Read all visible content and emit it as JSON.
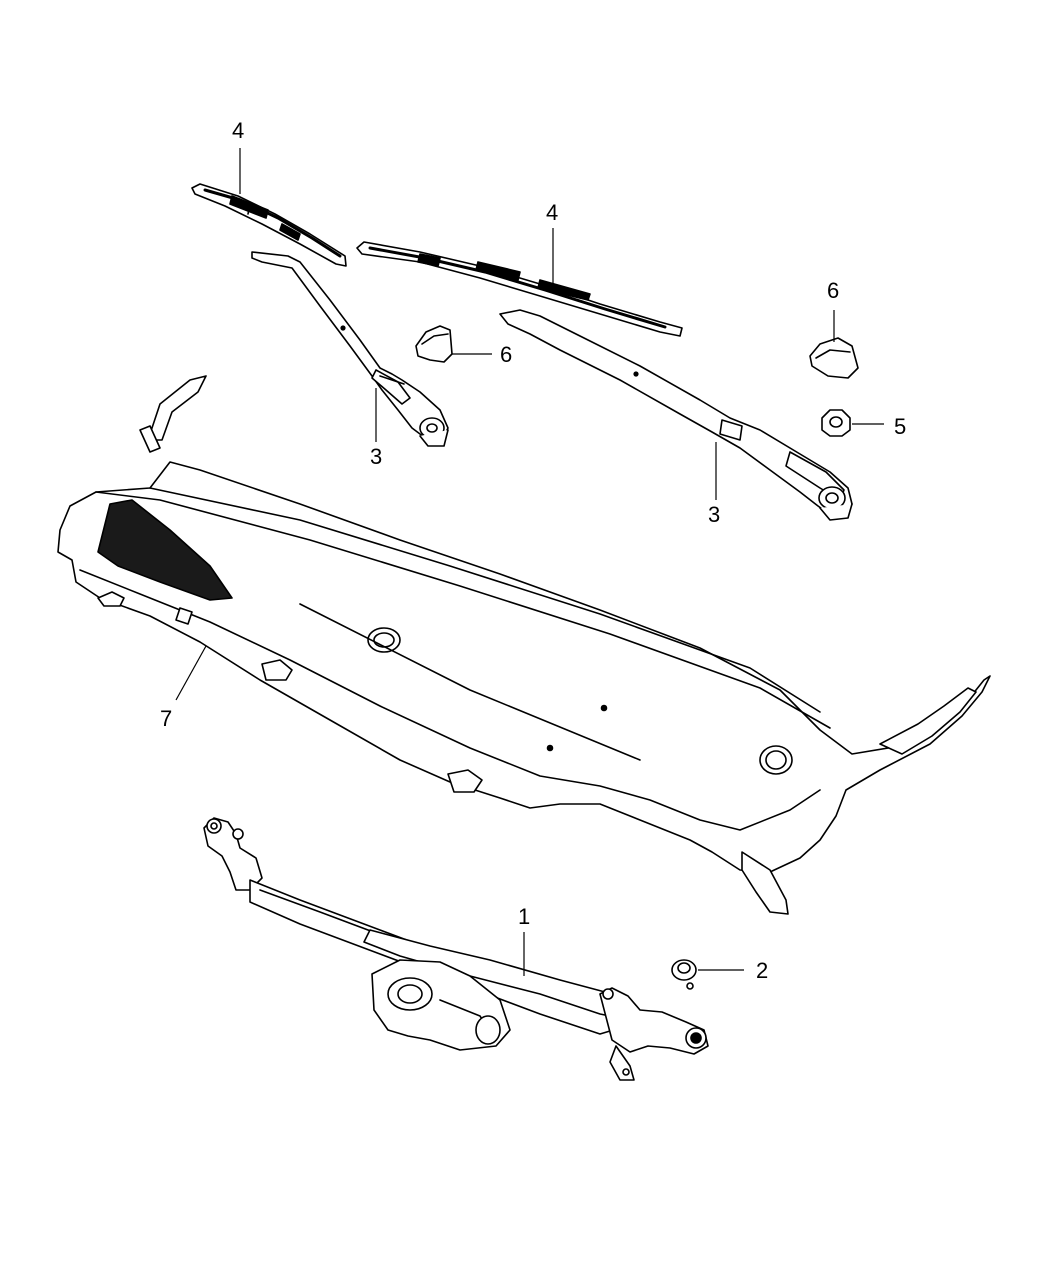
{
  "diagram": {
    "callouts": [
      {
        "id": "c-4a",
        "label": "4"
      },
      {
        "id": "c-4b",
        "label": "4"
      },
      {
        "id": "c-6a",
        "label": "6"
      },
      {
        "id": "c-6b",
        "label": "6"
      },
      {
        "id": "c-5",
        "label": "5"
      },
      {
        "id": "c-3a",
        "label": "3"
      },
      {
        "id": "c-3b",
        "label": "3"
      },
      {
        "id": "c-7",
        "label": "7"
      },
      {
        "id": "c-1",
        "label": "1"
      },
      {
        "id": "c-2",
        "label": "2"
      }
    ],
    "colors": {
      "line": "#000000",
      "fill": "#ffffff",
      "dark_panel": "#1a1a1a"
    }
  }
}
